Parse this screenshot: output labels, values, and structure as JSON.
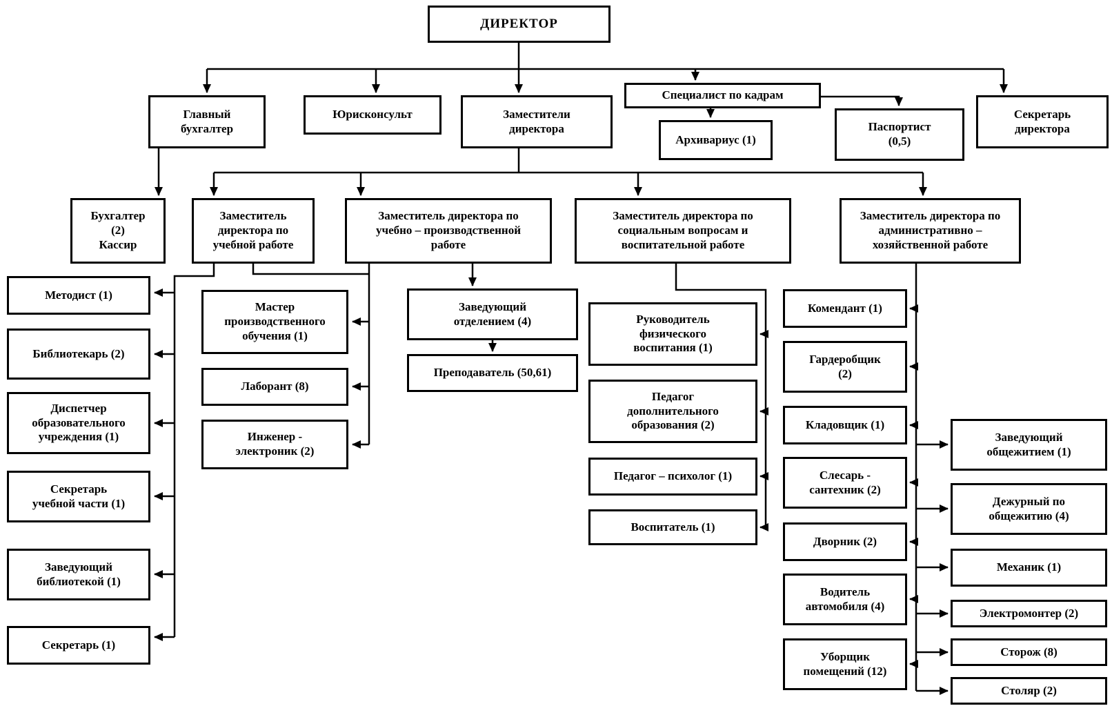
{
  "diagram": {
    "title": "Организационная структура — ДИРЕКТОР",
    "colors": {
      "background": "#ffffff",
      "box_fill": "#ffffff",
      "box_border": "#000000",
      "connector_line": "#000000",
      "text": "#000000"
    },
    "nodes": [
      {
        "id": "director",
        "label": "ДИРЕКТОР"
      },
      {
        "id": "glavbuh",
        "label": "Главный\nбухгалтер"
      },
      {
        "id": "jurist",
        "label": "Юрисконсульт"
      },
      {
        "id": "deputies",
        "label": "Заместители\nдиректора"
      },
      {
        "id": "kadry",
        "label": "Специалист по кадрам"
      },
      {
        "id": "arhivarius",
        "label": "Архивариус (1)"
      },
      {
        "id": "pasportist",
        "label": "Паспортист\n(0,5)"
      },
      {
        "id": "sekretar_dir",
        "label": "Секретарь\nдиректора"
      },
      {
        "id": "buhgalter",
        "label": "Бухгалтер\n(2)\nКассир"
      },
      {
        "id": "zam_uch",
        "label": "Заместитель\nдиректора по\nучебной работе"
      },
      {
        "id": "zam_upr",
        "label": "Заместитель директора по\nучебно – производственной\nработе"
      },
      {
        "id": "zam_soc",
        "label": "Заместитель директора по\nсоциальным вопросам и\nвоспитательной работе"
      },
      {
        "id": "zam_ahr",
        "label": "Заместитель директора по\nадминистративно –\nхозяйственной работе"
      },
      {
        "id": "metodist",
        "label": "Методист (1)"
      },
      {
        "id": "bibliotekar",
        "label": "Библиотекарь (2)"
      },
      {
        "id": "dispetcher",
        "label": "Диспетчер\nобразовательного\nучреждения (1)"
      },
      {
        "id": "sekretar_uch",
        "label": "Секретарь\nучебной части  (1)"
      },
      {
        "id": "zav_bibl",
        "label": "Заведующий\nбиблиотекой (1)"
      },
      {
        "id": "sekretar",
        "label": "Секретарь (1)"
      },
      {
        "id": "master",
        "label": "Мастер\nпроизводственного\nобучения (1)"
      },
      {
        "id": "laborant",
        "label": "Лаборант (8)"
      },
      {
        "id": "inzhener",
        "label": "Инженер -\nэлектроник (2)"
      },
      {
        "id": "zav_otd",
        "label": "Заведующий\nотделением (4)"
      },
      {
        "id": "prepod",
        "label": "Преподаватель (50,61)"
      },
      {
        "id": "rukfiz",
        "label": "Руководитель\nфизического\nвоспитания (1)"
      },
      {
        "id": "pedagog_dop",
        "label": "Педагог\nдополнительного\nобразования (2)"
      },
      {
        "id": "pedagog_psih",
        "label": "Педагог – психолог (1)"
      },
      {
        "id": "vospitatel",
        "label": "Воспитатель (1)"
      },
      {
        "id": "komendant",
        "label": "Комендант (1)"
      },
      {
        "id": "garderobshik",
        "label": "Гардеробщик\n(2)"
      },
      {
        "id": "kladovshik",
        "label": "Кладовщик (1)"
      },
      {
        "id": "slesar",
        "label": "Слесарь -\nсантехник (2)"
      },
      {
        "id": "dvornik",
        "label": "Дворник (2)"
      },
      {
        "id": "voditel",
        "label": "Водитель\nавтомобиля (4)"
      },
      {
        "id": "uborshik",
        "label": "Уборщик\nпомещений (12)"
      },
      {
        "id": "zav_obsh",
        "label": "Заведующий\nобщежитием (1)"
      },
      {
        "id": "dezhurny",
        "label": "Дежурный по\nобщежитию (4)"
      },
      {
        "id": "mehanik",
        "label": "Механик (1)"
      },
      {
        "id": "elektromonter",
        "label": "Электромонтер (2)"
      },
      {
        "id": "storozh",
        "label": "Сторож (8)"
      },
      {
        "id": "stolyar",
        "label": "Столяр (2)"
      }
    ]
  }
}
